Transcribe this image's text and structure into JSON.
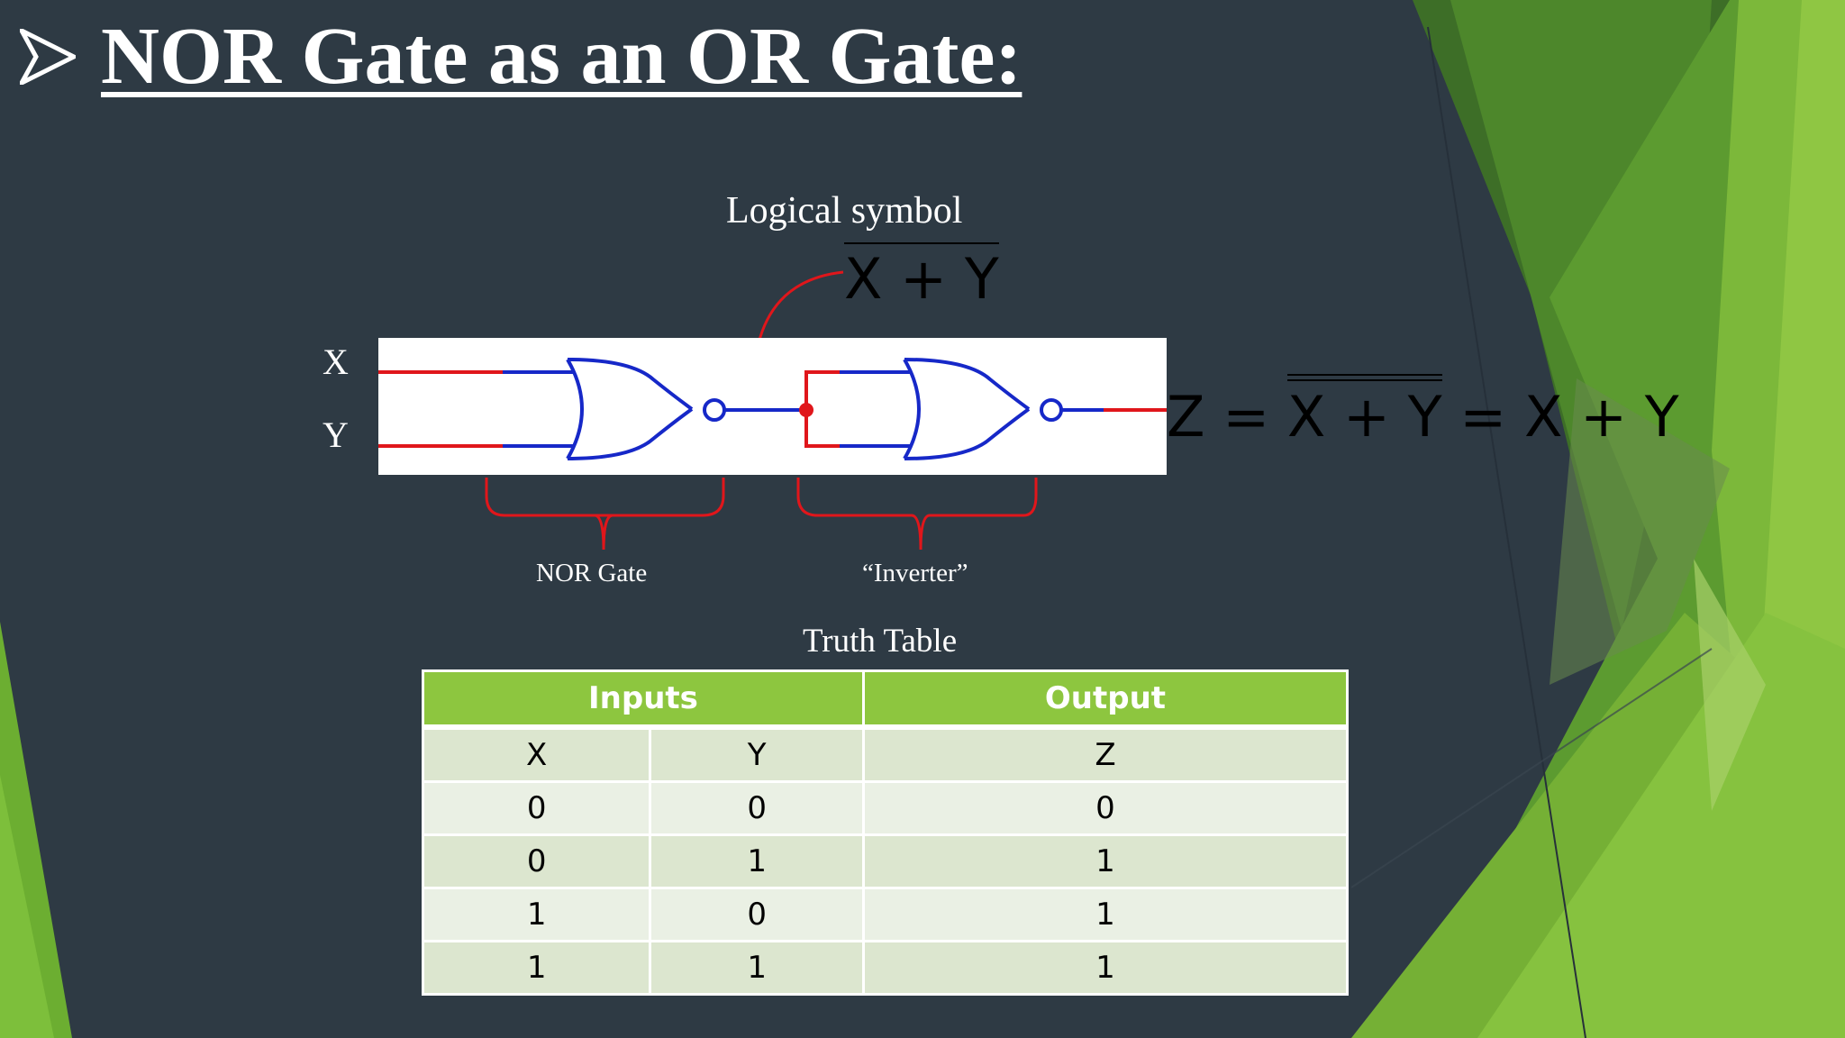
{
  "slide": {
    "title": "NOR Gate as an OR Gate:",
    "logical_symbol_label": "Logical symbol",
    "intermediate_expression": "X + Y",
    "input_labels": [
      "X",
      "Y"
    ],
    "output_equation": {
      "lhs": "Z",
      "double_bar_expr": "X + Y",
      "result": "X + Y"
    },
    "brace_labels": {
      "nor_gate": "NOR Gate",
      "inverter": "“Inverter”"
    },
    "truth_table_title": "Truth Table"
  },
  "truth_table": {
    "group_headers": [
      "Inputs",
      "Output"
    ],
    "columns": [
      "X",
      "Y",
      "Z"
    ],
    "rows": [
      [
        "0",
        "0",
        "0"
      ],
      [
        "0",
        "1",
        "1"
      ],
      [
        "1",
        "0",
        "1"
      ],
      [
        "1",
        "1",
        "1"
      ]
    ]
  },
  "colors": {
    "background": "#2e3a44",
    "accent_green": "#8dc63f",
    "wire_red": "#e0161b",
    "gate_blue": "#1628c8"
  }
}
